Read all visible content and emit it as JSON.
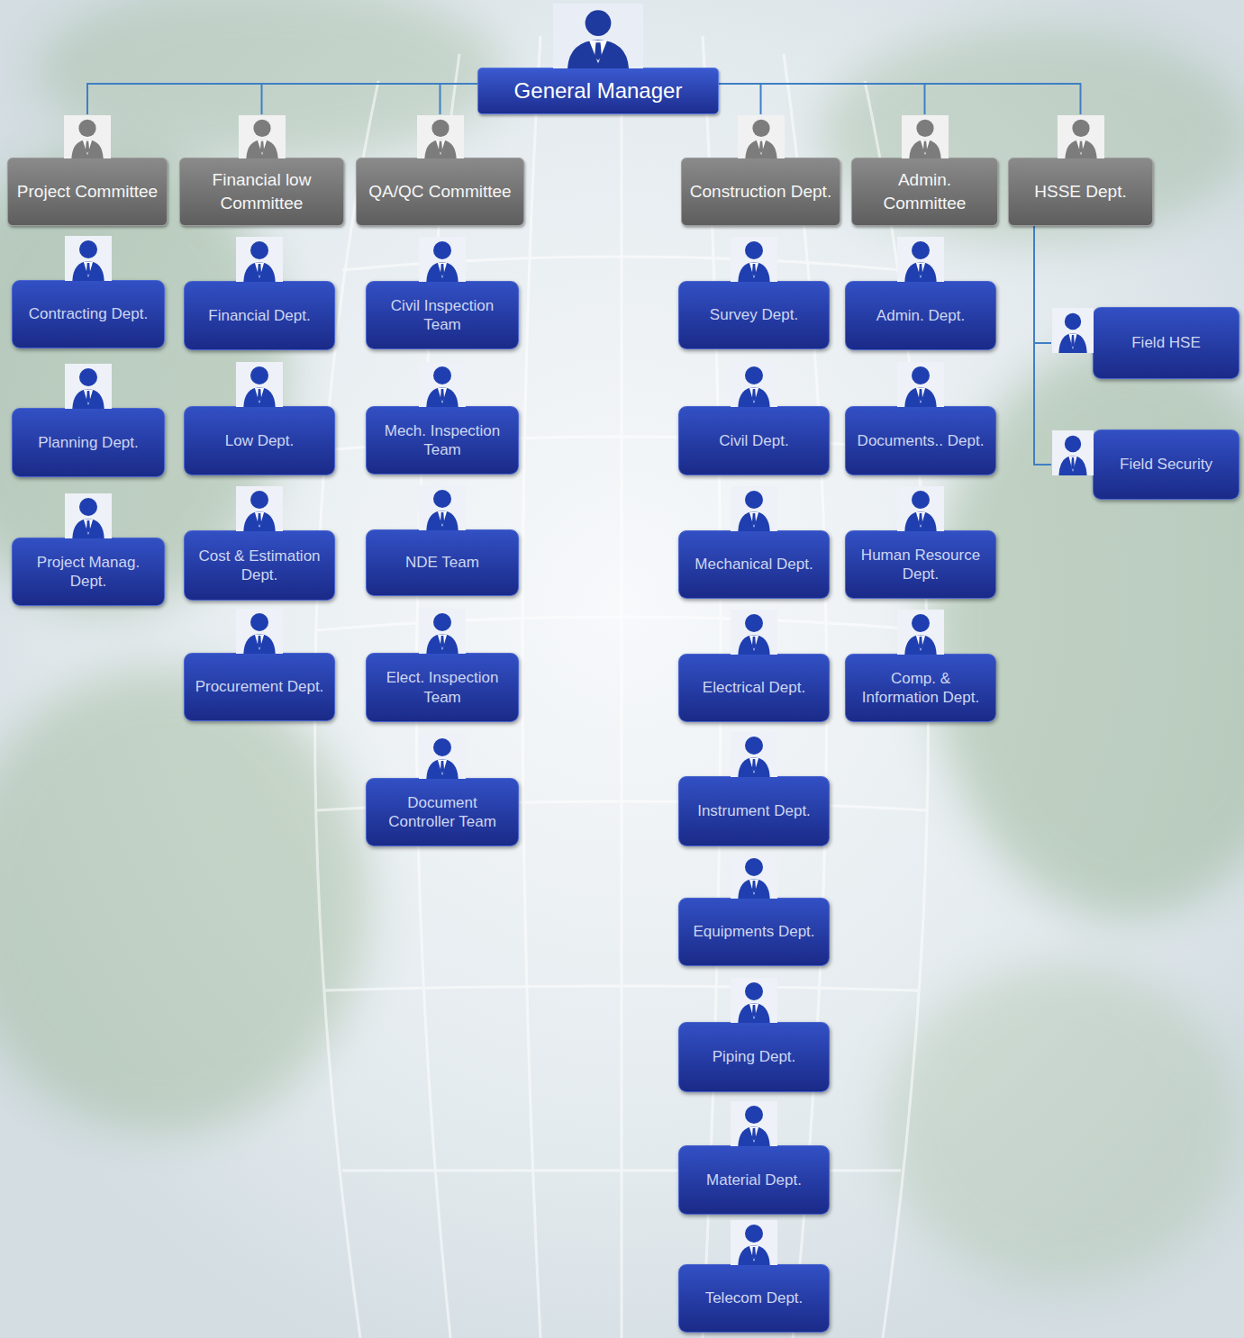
{
  "diagram": {
    "nodes": [
      {
        "text": [
          "General Manager"
        ]
      },
      {
        "text": [
          "Project Committee"
        ]
      },
      {
        "text": [
          "Financial low Committee"
        ]
      },
      {
        "text": [
          "QA/QC Committee"
        ]
      },
      {
        "text": [
          "Construction Dept."
        ]
      },
      {
        "text": [
          "Admin. Committee"
        ]
      },
      {
        "text": [
          "HSSE Dept."
        ]
      },
      {
        "text": [
          "Contracting Dept."
        ]
      },
      {
        "text": [
          "Planning Dept."
        ]
      },
      {
        "text": [
          "Project Manag. Dept."
        ]
      },
      {
        "text": [
          "Financial Dept."
        ]
      },
      {
        "text": [
          "Low Dept."
        ]
      },
      {
        "text": [
          "Cost & Estimation Dept."
        ]
      },
      {
        "text": [
          "Procurement Dept."
        ]
      },
      {
        "text": [
          "Civil Inspection Team"
        ]
      },
      {
        "text": [
          "Mech. Inspection Team"
        ]
      },
      {
        "text": [
          "NDE Team"
        ]
      },
      {
        "text": [
          "Elect. Inspection Team"
        ]
      },
      {
        "text": [
          "Document Controller Team"
        ]
      },
      {
        "text": [
          "Survey Dept."
        ]
      },
      {
        "text": [
          "Civil Dept."
        ]
      },
      {
        "text": [
          "Mechanical Dept."
        ]
      },
      {
        "text": [
          "Electrical Dept."
        ]
      },
      {
        "text": [
          "Instrument Dept."
        ]
      },
      {
        "text": [
          "Equipments Dept."
        ]
      },
      {
        "text": [
          "Piping Dept."
        ]
      },
      {
        "text": [
          "Material Dept."
        ]
      },
      {
        "text": [
          "Telecom Dept."
        ]
      },
      {
        "text": [
          "Admin. Dept."
        ]
      },
      {
        "text": [
          "Documents.. Dept."
        ]
      },
      {
        "text": [
          "Human Resource Dept."
        ]
      },
      {
        "text": [
          "Comp. & Information Dept."
        ]
      },
      {
        "text": [
          "Field HSE"
        ]
      },
      {
        "text": [
          "Field Security"
        ]
      }
    ],
    "edges": [
      {
        "from": 0,
        "to": 1,
        "arrow": "none"
      },
      {
        "from": 0,
        "to": 2,
        "arrow": "none"
      },
      {
        "from": 0,
        "to": 3,
        "arrow": "none"
      },
      {
        "from": 0,
        "to": 4,
        "arrow": "none"
      },
      {
        "from": 0,
        "to": 5,
        "arrow": "none"
      },
      {
        "from": 0,
        "to": 6,
        "arrow": "none"
      },
      {
        "from": 6,
        "to": 32,
        "arrow": "none"
      },
      {
        "from": 6,
        "to": 33,
        "arrow": "none"
      }
    ]
  }
}
